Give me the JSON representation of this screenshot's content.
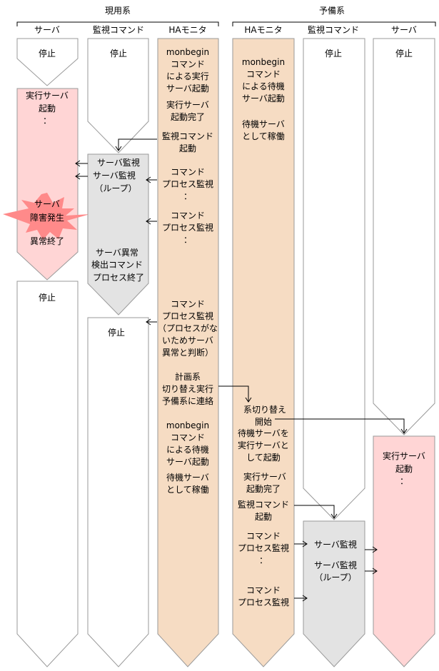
{
  "groups": {
    "active": "現用系",
    "standby": "予備系"
  },
  "columns": {
    "server_left": "サーバ",
    "monitor_left": "監視コマンド",
    "ha_left": "HAモニタ",
    "ha_right": "HAモニタ",
    "monitor_right": "監視コマンド",
    "server_right": "サーバ"
  },
  "server_left": {
    "stop_top": "停止",
    "start_lines": [
      "実行サーバ",
      "起動",
      "："
    ],
    "fault_lines": [
      "サーバ",
      "障害発生"
    ],
    "abnormal_end": "異常終了",
    "stop_bottom": "停止"
  },
  "monitor_left": {
    "stop_top": "停止",
    "watch_lines": [
      "サーバ監視",
      "サーバ監視",
      "（ループ）"
    ],
    "detect_lines": [
      "サーバ異常",
      "検出コマンド",
      "プロセス終了"
    ],
    "stop_bottom": "停止"
  },
  "ha_left": {
    "block1": [
      "monbegin",
      "コマンド",
      "による実行",
      "サーバ起動"
    ],
    "block2": [
      "実行サーバ",
      "起動完了"
    ],
    "block3": [
      "監視コマンド",
      "起動"
    ],
    "block4": [
      "コマンド",
      "プロセス監視",
      "："
    ],
    "block5": [
      "コマンド",
      "プロセス監視",
      "："
    ],
    "block6": [
      "コマンド",
      "プロセス監視",
      "（プロセスがな",
      "いためサーバ",
      "異常と判断）"
    ],
    "block7": [
      "計画系",
      "切り替え実行",
      "予備系に連絡"
    ],
    "block8": [
      "monbegin",
      "コマンド",
      "による待機",
      "サーバ起動"
    ],
    "block9": [
      "待機サーバ",
      "として稼働"
    ]
  },
  "ha_right": {
    "block1": [
      "monbegin",
      "コマンド",
      "による待機",
      "サーバ起動"
    ],
    "block2": [
      "待機サーバ",
      "として稼働"
    ],
    "block3": [
      "系切り替え",
      "開始",
      "待機サーバを",
      "実行サーバと",
      "して起動"
    ],
    "block4": [
      "実行サーバ",
      "起動完了"
    ],
    "block5": [
      "監視コマンド",
      "起動"
    ],
    "block6": [
      "コマンド",
      "プロセス監視",
      "："
    ],
    "block7": [
      "コマンド",
      "プロセス監視"
    ]
  },
  "monitor_right": {
    "stop_top": "停止",
    "watch_lines": [
      "サーバ監視",
      "サーバ監視",
      "（ループ）"
    ]
  },
  "server_right": {
    "stop_top": "停止",
    "start_lines": [
      "実行サーバ",
      "起動",
      "："
    ]
  },
  "colors": {
    "pink": "#ffd5d5",
    "gray": "#e3e3e3",
    "peach": "#f6dcc3",
    "burst": "#ff8a8a"
  }
}
